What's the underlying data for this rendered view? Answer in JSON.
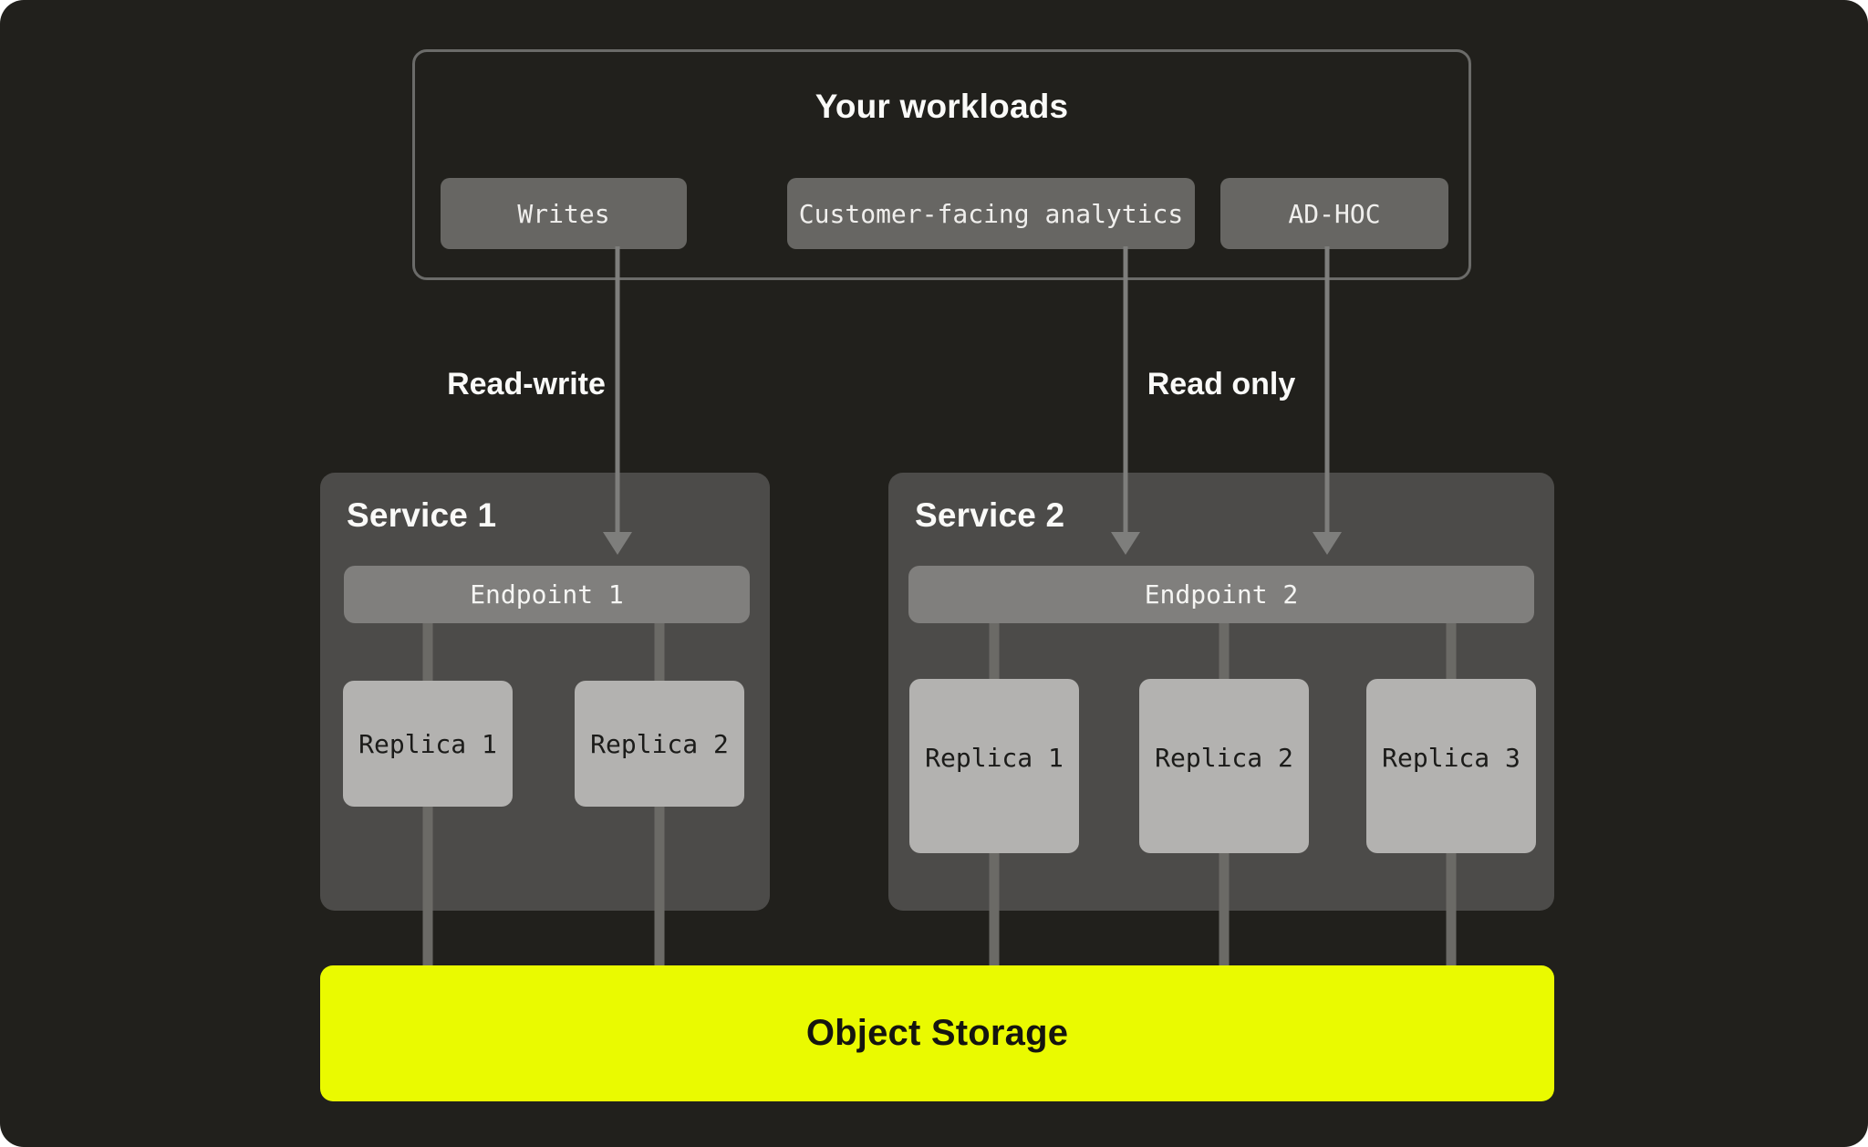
{
  "palette": {
    "page-bg": "#ffffff",
    "canvas-bg": "#21201c",
    "box-border": "#6b6b69",
    "pill-bg": "#676663",
    "service-bg": "#4c4b49",
    "endpoint-bg": "#807f7d",
    "replica-bg": "#b3b2b0",
    "line-thick": "#6b6a66",
    "line-arrow": "#7e7e7c",
    "accent-yellow": "#eafa00",
    "text-light": "#fafaf8",
    "text-dark": "#1b1b19"
  },
  "workloads": {
    "title": "Your workloads",
    "pills": [
      "Writes",
      "Customer-facing analytics",
      "AD-HOC"
    ]
  },
  "flows": {
    "read_write_label": "Read-write",
    "read_only_label": "Read only"
  },
  "services": [
    {
      "title": "Service 1",
      "endpoint": "Endpoint 1",
      "replicas": [
        "Replica 1",
        "Replica 2"
      ]
    },
    {
      "title": "Service 2",
      "endpoint": "Endpoint 2",
      "replicas": [
        "Replica 1",
        "Replica 2",
        "Replica 3"
      ]
    }
  ],
  "storage": {
    "label": "Object Storage"
  }
}
